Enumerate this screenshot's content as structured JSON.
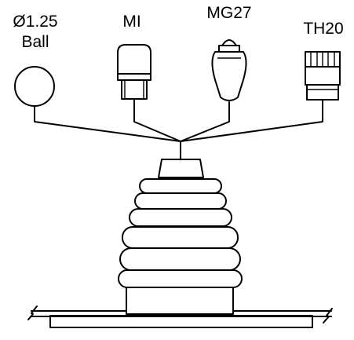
{
  "options": [
    {
      "id": "ball",
      "line1": "Ø1.25",
      "line2": "Ball"
    },
    {
      "id": "mi",
      "line1": "MI"
    },
    {
      "id": "mg27",
      "line1": "MG27"
    },
    {
      "id": "th20",
      "line1": "TH20"
    }
  ]
}
